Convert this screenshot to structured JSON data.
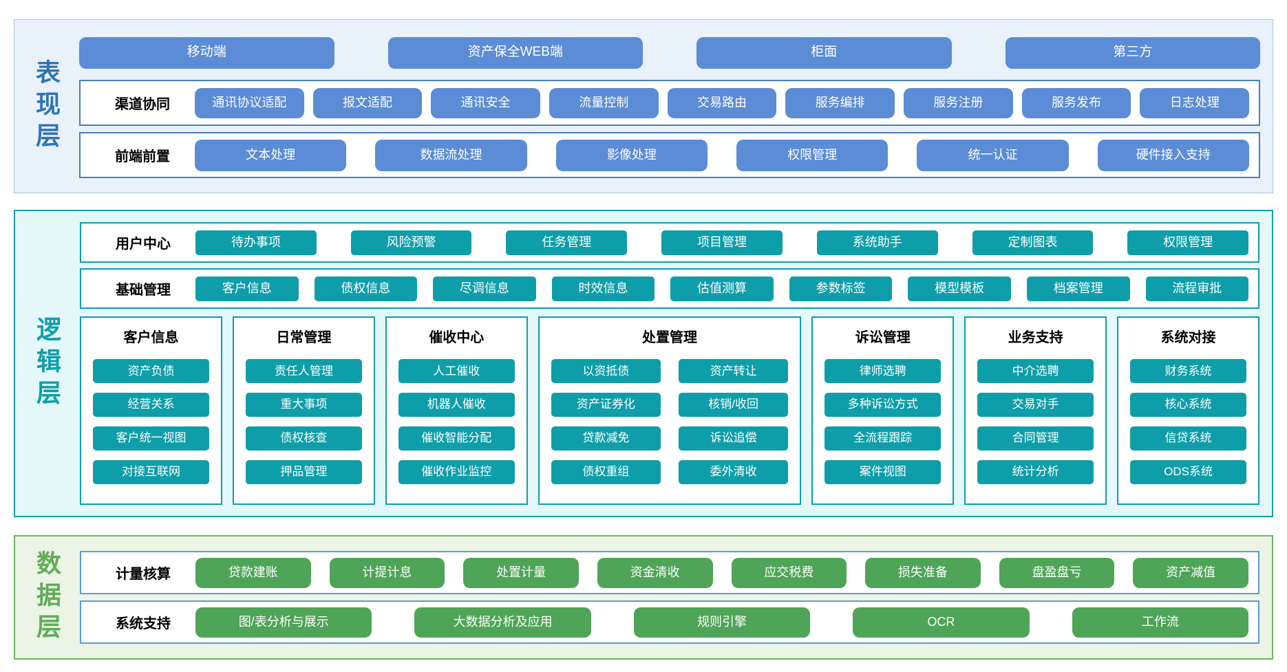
{
  "colors": {
    "presentation_accent": "#5B8CD5",
    "presentation_label": "#2E74B5",
    "logic_accent": "#0E9EA9",
    "data_accent": "#4EA457",
    "data_label": "#5FAD56",
    "data_row_border": "#5B9BD5"
  },
  "layers": {
    "presentation": {
      "label": "表现层",
      "channels": [
        "移动端",
        "资产保全WEB端",
        "柜面",
        "第三方"
      ],
      "rows": [
        {
          "label": "渠道协同",
          "items": [
            "通讯协议适配",
            "报文适配",
            "通讯安全",
            "流量控制",
            "交易路由",
            "服务编排",
            "服务注册",
            "服务发布",
            "日志处理"
          ]
        },
        {
          "label": "前端前置",
          "items": [
            "文本处理",
            "数据流处理",
            "影像处理",
            "权限管理",
            "统一认证",
            "硬件接入支持"
          ]
        }
      ]
    },
    "logic": {
      "label": "逻辑层",
      "rows": [
        {
          "label": "用户中心",
          "items": [
            "待办事项",
            "风险预警",
            "任务管理",
            "项目管理",
            "系统助手",
            "定制图表",
            "权限管理"
          ]
        },
        {
          "label": "基础管理",
          "items": [
            "客户信息",
            "债权信息",
            "尽调信息",
            "时效信息",
            "估值测算",
            "参数标签",
            "模型模板",
            "档案管理",
            "流程审批"
          ]
        }
      ],
      "columns": [
        {
          "title": "客户信息",
          "wide": false,
          "items": [
            "资产负债",
            "经营关系",
            "客户统一视图",
            "对接互联网"
          ]
        },
        {
          "title": "日常管理",
          "wide": false,
          "items": [
            "责任人管理",
            "重大事项",
            "债权核查",
            "押品管理"
          ]
        },
        {
          "title": "催收中心",
          "wide": false,
          "items": [
            "人工催收",
            "机器人催收",
            "催收智能分配",
            "催收作业监控"
          ]
        },
        {
          "title": "处置管理",
          "wide": true,
          "items": [
            "以资抵债",
            "资产转让",
            "资产证券化",
            "核销/收回",
            "贷款减免",
            "诉讼追偿",
            "债权重组",
            "委外清收"
          ]
        },
        {
          "title": "诉讼管理",
          "wide": false,
          "items": [
            "律师选聘",
            "多种诉讼方式",
            "全流程跟踪",
            "案件视图"
          ]
        },
        {
          "title": "业务支持",
          "wide": false,
          "items": [
            "中介选聘",
            "交易对手",
            "合同管理",
            "统计分析"
          ]
        },
        {
          "title": "系统对接",
          "wide": false,
          "items": [
            "财务系统",
            "核心系统",
            "信贷系统",
            "ODS系统"
          ]
        }
      ]
    },
    "data": {
      "label": "数据层",
      "rows": [
        {
          "label": "计量核算",
          "items": [
            "贷款建账",
            "计提计息",
            "处置计量",
            "资金清收",
            "应交税费",
            "损失准备",
            "盘盈盘亏",
            "资产减值"
          ]
        },
        {
          "label": "系统支持",
          "items": [
            "图/表分析与展示",
            "大数据分析及应用",
            "规则引擎",
            "OCR",
            "工作流"
          ]
        }
      ]
    }
  }
}
